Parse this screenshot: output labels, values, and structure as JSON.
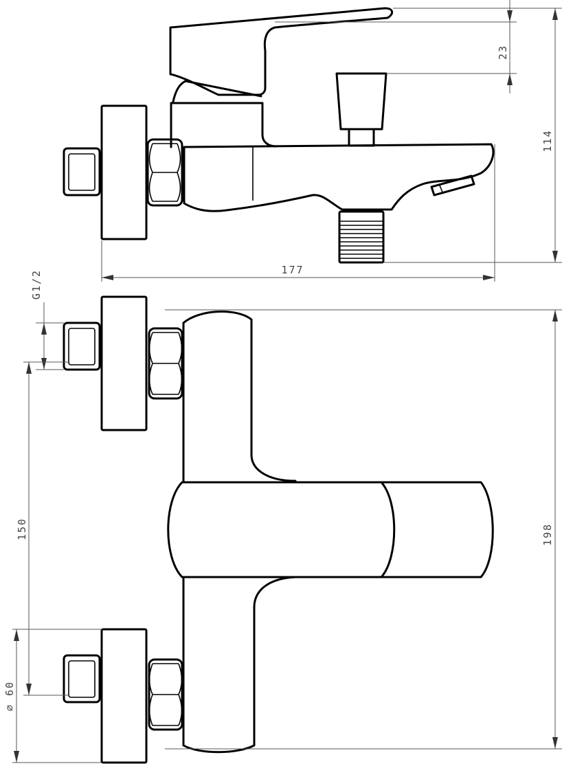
{
  "dimensions": {
    "width_total": "177",
    "height_total": "114",
    "handle_offset": "23",
    "thread": "G1/2",
    "eccentric_distance": "150",
    "overall_height": "198",
    "flange_diameter": "⌀ 60"
  },
  "colors": {
    "line": "#000000",
    "dimension_line": "#555555",
    "background": "#ffffff"
  }
}
